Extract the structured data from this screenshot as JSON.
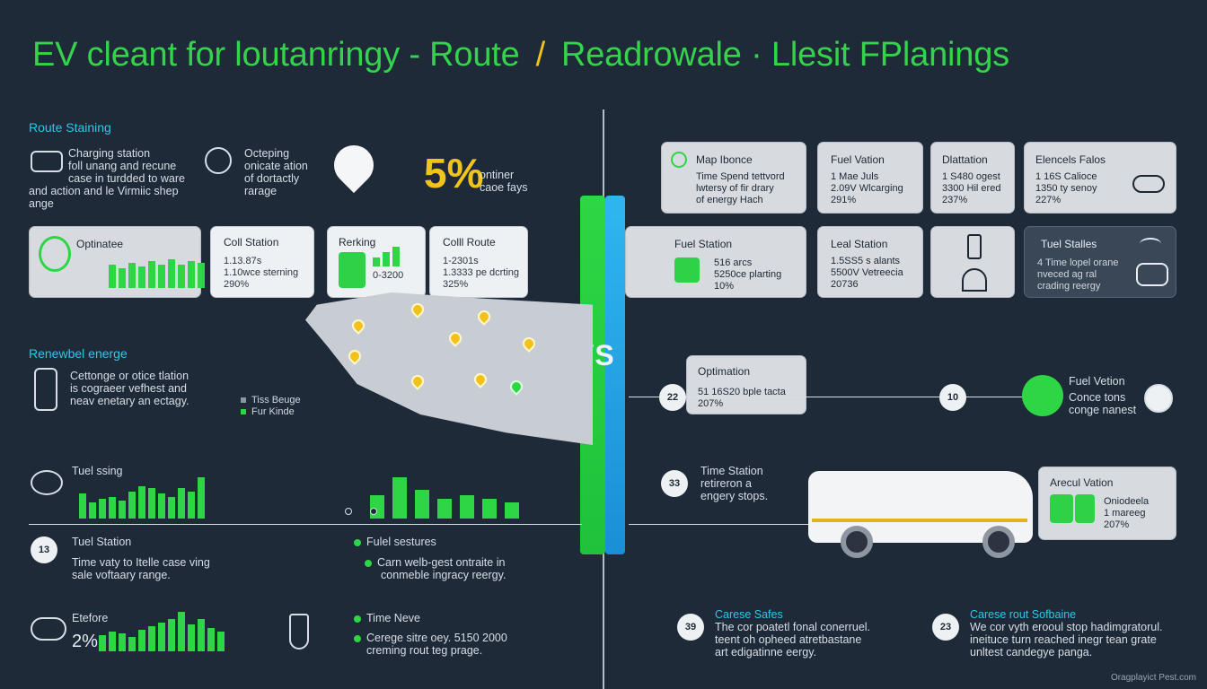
{
  "header": {
    "title_left": "EV cleant for loutanringy - Route",
    "slash": "/",
    "title_right": "Readrowale · Llesit FPlanings"
  },
  "vs_label": "VS",
  "footer": "Oragplayict Pest.com",
  "left": {
    "route_section": {
      "heading": "Route Staining",
      "desc": "Charging station foll unang and recune case in turdded to ware and action and le Virmiic shep ange",
      "desc_lines": [
        "Charging station",
        "foll unang and recune",
        "case in turdded to ware",
        "and action and le Virmiic shep",
        "ange"
      ],
      "item2_lines": [
        "Octeping",
        "onicate ation",
        "of dortactly",
        "rarage"
      ],
      "stat_value": "5%",
      "stat_lines": [
        "ontiner",
        "caoe fays"
      ]
    },
    "cards": [
      {
        "title": "Optinatee"
      },
      {
        "title": "Coll Station",
        "lines": [
          "1.13.87s",
          "1.10wce sterning",
          "290%"
        ]
      },
      {
        "title": "Rerking",
        "lines": [
          "0-3200"
        ]
      },
      {
        "title": "Colll Route",
        "lines": [
          "1-2301s",
          "1.3333 pe dcrting",
          "325%"
        ]
      }
    ],
    "renewable": {
      "heading": "Renewbel energe",
      "lines": [
        "Cettonge or otice tlation",
        "is cograeer vefhest and",
        "neav enetary an ectagy."
      ],
      "legend": [
        "Tiss Beuge",
        "Fur Kinde"
      ]
    },
    "timeline": [
      {
        "label": "Tuel ssing"
      },
      {
        "num": "13",
        "title": "Tuel Station",
        "lines": [
          "Time vaty to Itelle case ving",
          "sale voftaary range."
        ]
      },
      {
        "title": "Etefore",
        "value": "2%"
      }
    ],
    "features": {
      "title": "Fulel sestures",
      "lines": [
        "Carn welb-gest ontraite in",
        "conmeble ingracy reergy."
      ]
    },
    "time_note": {
      "title": "Time Neve",
      "lines": [
        "Cerege sitre oey. 5150 2000",
        "creming rout teg prage."
      ]
    }
  },
  "right": {
    "top_cards": [
      {
        "title": "Map Ibonce",
        "lines": [
          "Time Spend tettvord",
          "lwtersy of fir drary",
          "of energy Hach"
        ]
      },
      {
        "title": "Fuel Vation",
        "lines": [
          "1 Mae Juls",
          "2.09V Wlcarging",
          "291%"
        ]
      },
      {
        "title": "Dlattation",
        "lines": [
          "1 S480 ogest",
          "3300 Hil ered",
          "237%"
        ]
      },
      {
        "title": "Elencels Falos",
        "lines": [
          "1 16S Calioce",
          "1350 ty senoy",
          "227%"
        ]
      }
    ],
    "mid_cards": [
      {
        "title": "Fuel Station",
        "lines": [
          "516 arcs",
          "5250ce plarting",
          "10%"
        ]
      },
      {
        "title": "Leal Station",
        "lines": [
          "1.5SS5 s alants",
          "5500V Vetreecia",
          "20736"
        ]
      },
      {
        "title": "Tuel Stalles",
        "lines": [
          "4 Time lopel orane",
          "nveced ag ral",
          "crading reergy"
        ]
      }
    ],
    "optimation": {
      "title": "Optimation",
      "lines": [
        "51 16S20 bple tacta",
        "207%"
      ]
    },
    "circles": [
      "22",
      "10",
      "33",
      "39",
      "23"
    ],
    "fuel_vation": {
      "title": "Fuel Vetion",
      "lines": [
        "Conce tons",
        "conge nanest"
      ]
    },
    "time_station": {
      "lines": [
        "Time Station",
        "retireron a",
        "engery stops."
      ]
    },
    "arecul": {
      "title": "Arecul Vation",
      "lines": [
        "Oniodeela",
        "1 mareeg",
        "207%"
      ]
    },
    "bottom": [
      {
        "title": "Carese Safes",
        "lines": [
          "The cor poatetl fonal conerruel.",
          "teent oh opheed atretbastane",
          "art edigatinne eergy."
        ]
      },
      {
        "title": "Carese rout Sofbaine",
        "lines": [
          "We cor vyth erooul stop hadimgratorul.",
          "ineituce turn reached inegr tean grate",
          "unltest candegye panga."
        ]
      }
    ]
  },
  "colors": {
    "accent_green": "#35d34b",
    "accent_cyan": "#2fc6e8",
    "accent_yellow": "#f0c419",
    "background": "#1f2a38"
  }
}
